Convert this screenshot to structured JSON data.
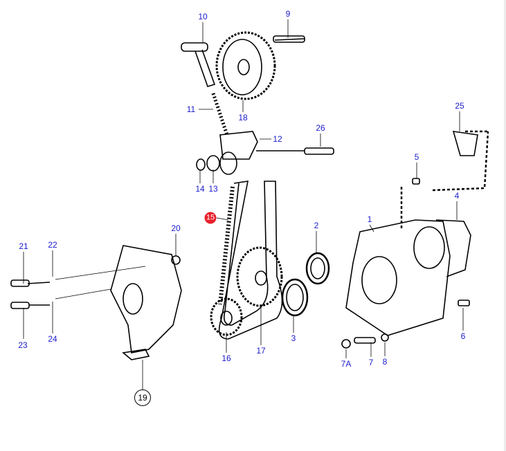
{
  "diagram": {
    "callouts": [
      {
        "id": "10",
        "label": "10"
      },
      {
        "id": "9",
        "label": "9"
      },
      {
        "id": "11",
        "label": "11"
      },
      {
        "id": "18",
        "label": "18"
      },
      {
        "id": "12",
        "label": "12"
      },
      {
        "id": "26",
        "label": "26"
      },
      {
        "id": "14",
        "label": "14"
      },
      {
        "id": "13",
        "label": "13"
      },
      {
        "id": "15",
        "label": "15"
      },
      {
        "id": "25",
        "label": "25"
      },
      {
        "id": "5",
        "label": "5"
      },
      {
        "id": "4",
        "label": "4"
      },
      {
        "id": "1",
        "label": "1"
      },
      {
        "id": "2",
        "label": "2"
      },
      {
        "id": "20",
        "label": "20"
      },
      {
        "id": "21",
        "label": "21"
      },
      {
        "id": "22",
        "label": "22"
      },
      {
        "id": "23",
        "label": "23"
      },
      {
        "id": "24",
        "label": "24"
      },
      {
        "id": "3",
        "label": "3"
      },
      {
        "id": "16",
        "label": "16"
      },
      {
        "id": "17",
        "label": "17"
      },
      {
        "id": "6",
        "label": "6"
      },
      {
        "id": "7A",
        "label": "7A"
      },
      {
        "id": "7",
        "label": "7"
      },
      {
        "id": "8",
        "label": "8"
      },
      {
        "id": "19",
        "label": "19"
      }
    ],
    "highlighted": "15",
    "colors": {
      "callout": "#1a1acc",
      "highlight": "#e8202a",
      "line": "#000000"
    }
  }
}
